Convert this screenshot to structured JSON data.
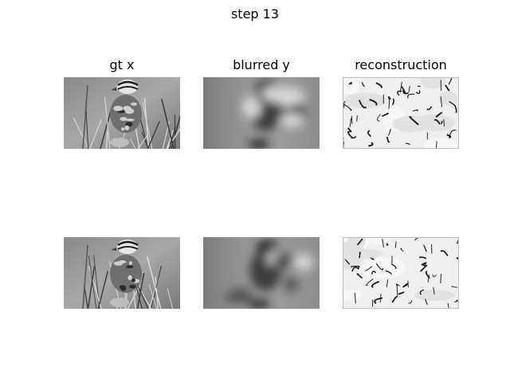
{
  "figure": {
    "suptitle": "step 13",
    "columns": [
      "gt x",
      "blurred y",
      "reconstruction"
    ],
    "rows": [
      {
        "panels": [
          {
            "name": "gt-x-panel-row1",
            "kind": "gt",
            "seed": 1
          },
          {
            "name": "blurred-y-panel-row1",
            "kind": "blur",
            "seed": 1
          },
          {
            "name": "reconstruction-panel-row1",
            "kind": "recon",
            "seed": 11
          }
        ]
      },
      {
        "panels": [
          {
            "name": "gt-x-panel-row2",
            "kind": "gt",
            "seed": 2
          },
          {
            "name": "blurred-y-panel-row2",
            "kind": "blur",
            "seed": 2
          },
          {
            "name": "reconstruction-panel-row2",
            "kind": "recon",
            "seed": 22
          }
        ]
      }
    ]
  }
}
